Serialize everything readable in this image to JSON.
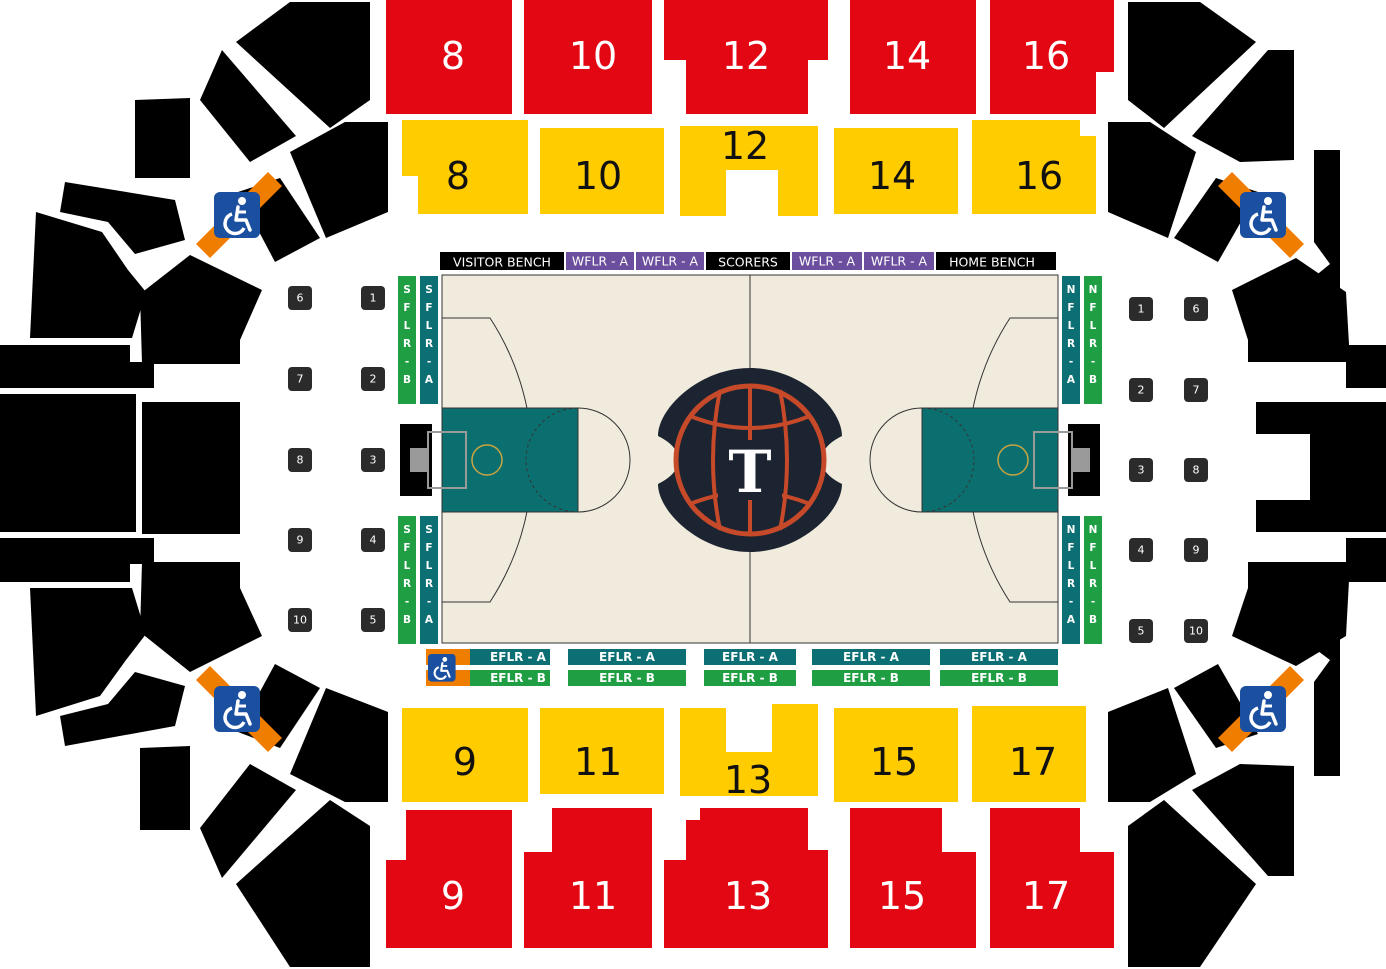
{
  "colors": {
    "upper": "#e30613",
    "lower": "#ffcc00",
    "dark": "#000000",
    "floor_a": "#0c6f73",
    "floor_b": "#1f9e43",
    "wing": "#6b4f9e",
    "accessible": "#ef7d00",
    "accessible_badge": "#1b4fa0",
    "court": "#f1ebdd",
    "paint": "#0b6f70",
    "logo_ring": "#c64a2a"
  },
  "upper_top": [
    "8",
    "10",
    "12",
    "14",
    "16"
  ],
  "lower_top": [
    "8",
    "10",
    "12",
    "14",
    "16"
  ],
  "lower_bottom": [
    "9",
    "11",
    "13",
    "15",
    "17"
  ],
  "upper_bottom": [
    "9",
    "11",
    "13",
    "15",
    "17"
  ],
  "court_top_strip": [
    "VISITOR BENCH",
    "WFLR - A",
    "WFLR - A",
    "SCORERS",
    "WFLR - A",
    "WFLR - A",
    "HOME BENCH"
  ],
  "eflr_a": "EFLR - A",
  "eflr_b": "EFLR - B",
  "sflr_b": [
    "S",
    "F",
    "L",
    "R",
    "-",
    "B"
  ],
  "sflr_a": [
    "S",
    "F",
    "L",
    "R",
    "-",
    "A"
  ],
  "nflr_a": [
    "N",
    "F",
    "L",
    "R",
    "-",
    "A"
  ],
  "nflr_b": [
    "N",
    "F",
    "L",
    "R",
    "-",
    "B"
  ],
  "left_boxes_outer": [
    "6",
    "7",
    "8",
    "9",
    "10"
  ],
  "left_boxes_inner": [
    "1",
    "2",
    "3",
    "4",
    "5"
  ],
  "right_boxes_inner": [
    "1",
    "2",
    "3",
    "4",
    "5"
  ],
  "right_boxes_outer": [
    "6",
    "7",
    "8",
    "9",
    "10"
  ],
  "logo_letter": "T",
  "icons": {
    "accessible": "wheelchair-icon"
  }
}
